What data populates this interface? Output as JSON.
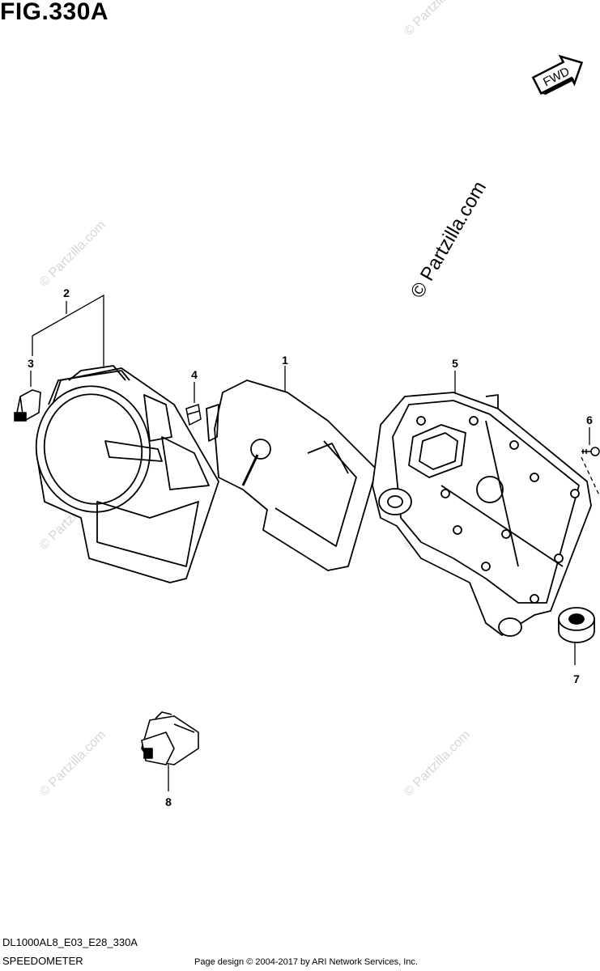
{
  "figure": {
    "title": "FIG.330A",
    "direction_badge": "FWD"
  },
  "watermarks": {
    "large": "© Partzilla.com",
    "small": "© Partzilla.com"
  },
  "callouts": [
    {
      "id": "2",
      "label": "2"
    },
    {
      "id": "3",
      "label": "3"
    },
    {
      "id": "4",
      "label": "4"
    },
    {
      "id": "1",
      "label": "1"
    },
    {
      "id": "5",
      "label": "5"
    },
    {
      "id": "6",
      "label": "6"
    },
    {
      "id": "7",
      "label": "7"
    },
    {
      "id": "8",
      "label": "8"
    }
  ],
  "footer": {
    "model_code": "DL1000AL8_E03_E28_330A",
    "section_name": "SPEEDOMETER",
    "copyright": "Page design © 2004-2017 by ARI Network Services, Inc."
  }
}
